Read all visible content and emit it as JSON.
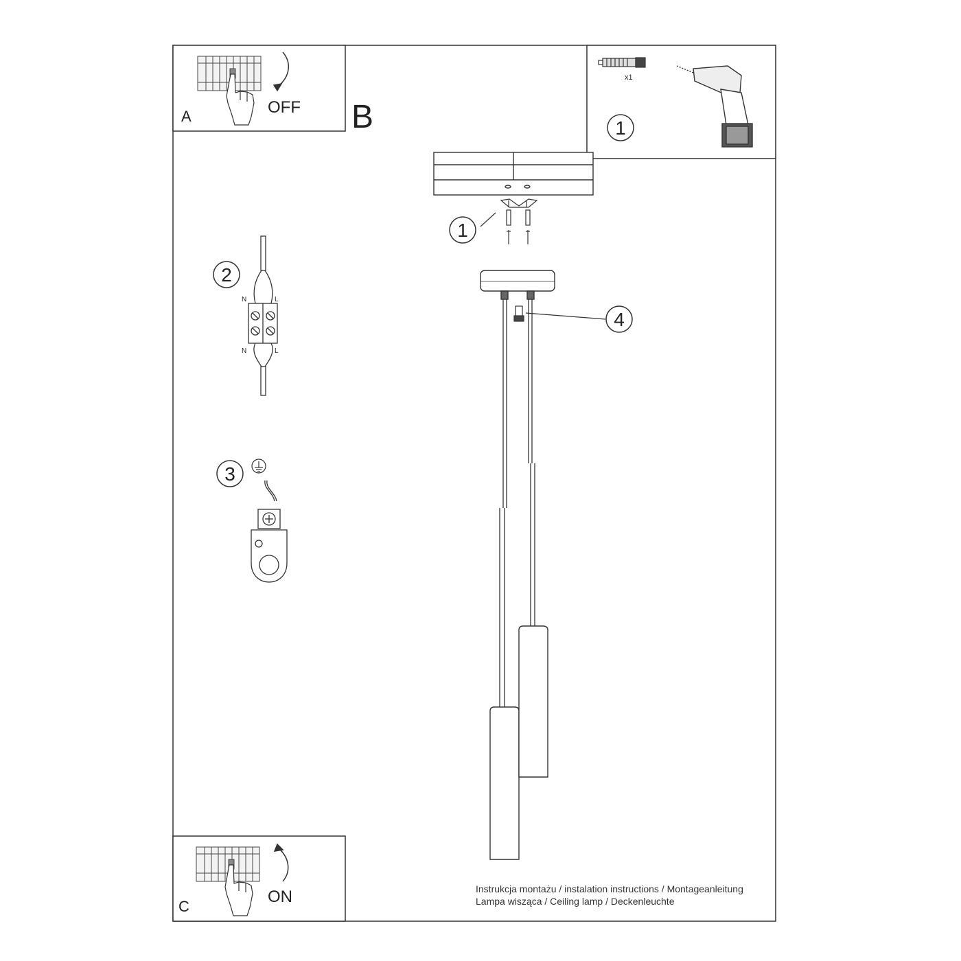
{
  "panels": {
    "a_letter": "A",
    "a_state": "OFF",
    "b_letter": "B",
    "c_letter": "C",
    "c_state": "ON"
  },
  "steps": {
    "one": "1",
    "two": "2",
    "three": "3",
    "four": "4"
  },
  "hardware": {
    "anchor_qty": "x1"
  },
  "connector": {
    "neutral": "N",
    "live": "L"
  },
  "footer": {
    "line1": "Instrukcja montażu / instalation instructions / Montageanleitung",
    "line2": "Lampa wisząca / Ceiling lamp / Deckenleuchte"
  },
  "icons": [
    "breaker-panel-icon",
    "hand-icon",
    "curved-arrow-icon",
    "wall-plug-icon",
    "drill-icon",
    "screw-icon",
    "ground-symbol-icon",
    "terminal-block-icon"
  ]
}
